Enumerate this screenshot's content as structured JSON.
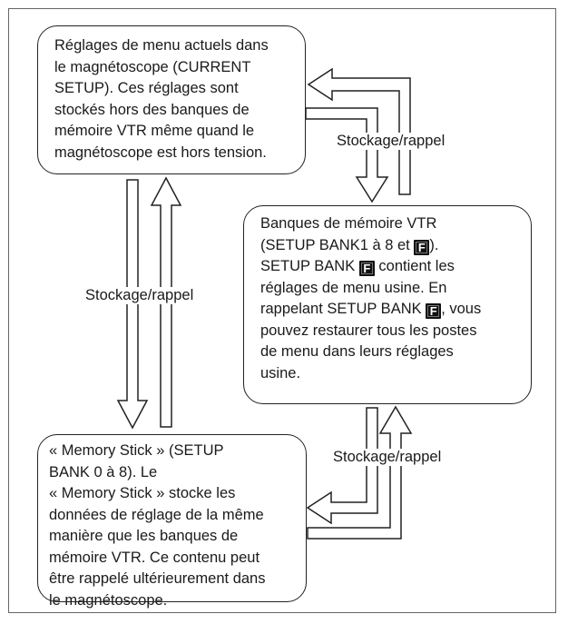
{
  "boxes": {
    "current_setup": [
      "Réglages de menu actuels dans",
      "le magnétoscope (CURRENT",
      "SETUP). Ces réglages sont",
      "stockés hors des banques de",
      "mémoire VTR même quand le",
      "magnétoscope est hors tension."
    ],
    "vtr_memory": {
      "l1": "Banques de mémoire VTR",
      "l2a": "(SETUP BANK1 à 8 et ",
      "l2b": ").",
      "l3a": "SETUP BANK ",
      "l3b": " contient les",
      "l4": "réglages de menu usine.",
      "l5": "En",
      "l6a": "rappelant SETUP BANK ",
      "l6b": ", vous",
      "l7": "pouvez restaurer tous les postes",
      "l8": "de menu dans leurs réglages",
      "l9": "usine."
    },
    "memory_stick": [
      "« Memory Stick » (SETUP",
      "BANK 0 à 8). Le",
      "« Memory Stick » stocke les",
      "données de réglage de la même",
      "manière que les banques de",
      "mémoire VTR. Ce contenu peut",
      "être rappelé ultérieurement dans",
      "le magnétoscope."
    ]
  },
  "badge_letter": "F",
  "labels": {
    "top": "Stockage/rappel",
    "left": "Stockage/rappel",
    "bottom": "Stockage/rappel"
  },
  "colors": {
    "line": "#222222",
    "badge": "#111111",
    "frame": "#666666"
  }
}
